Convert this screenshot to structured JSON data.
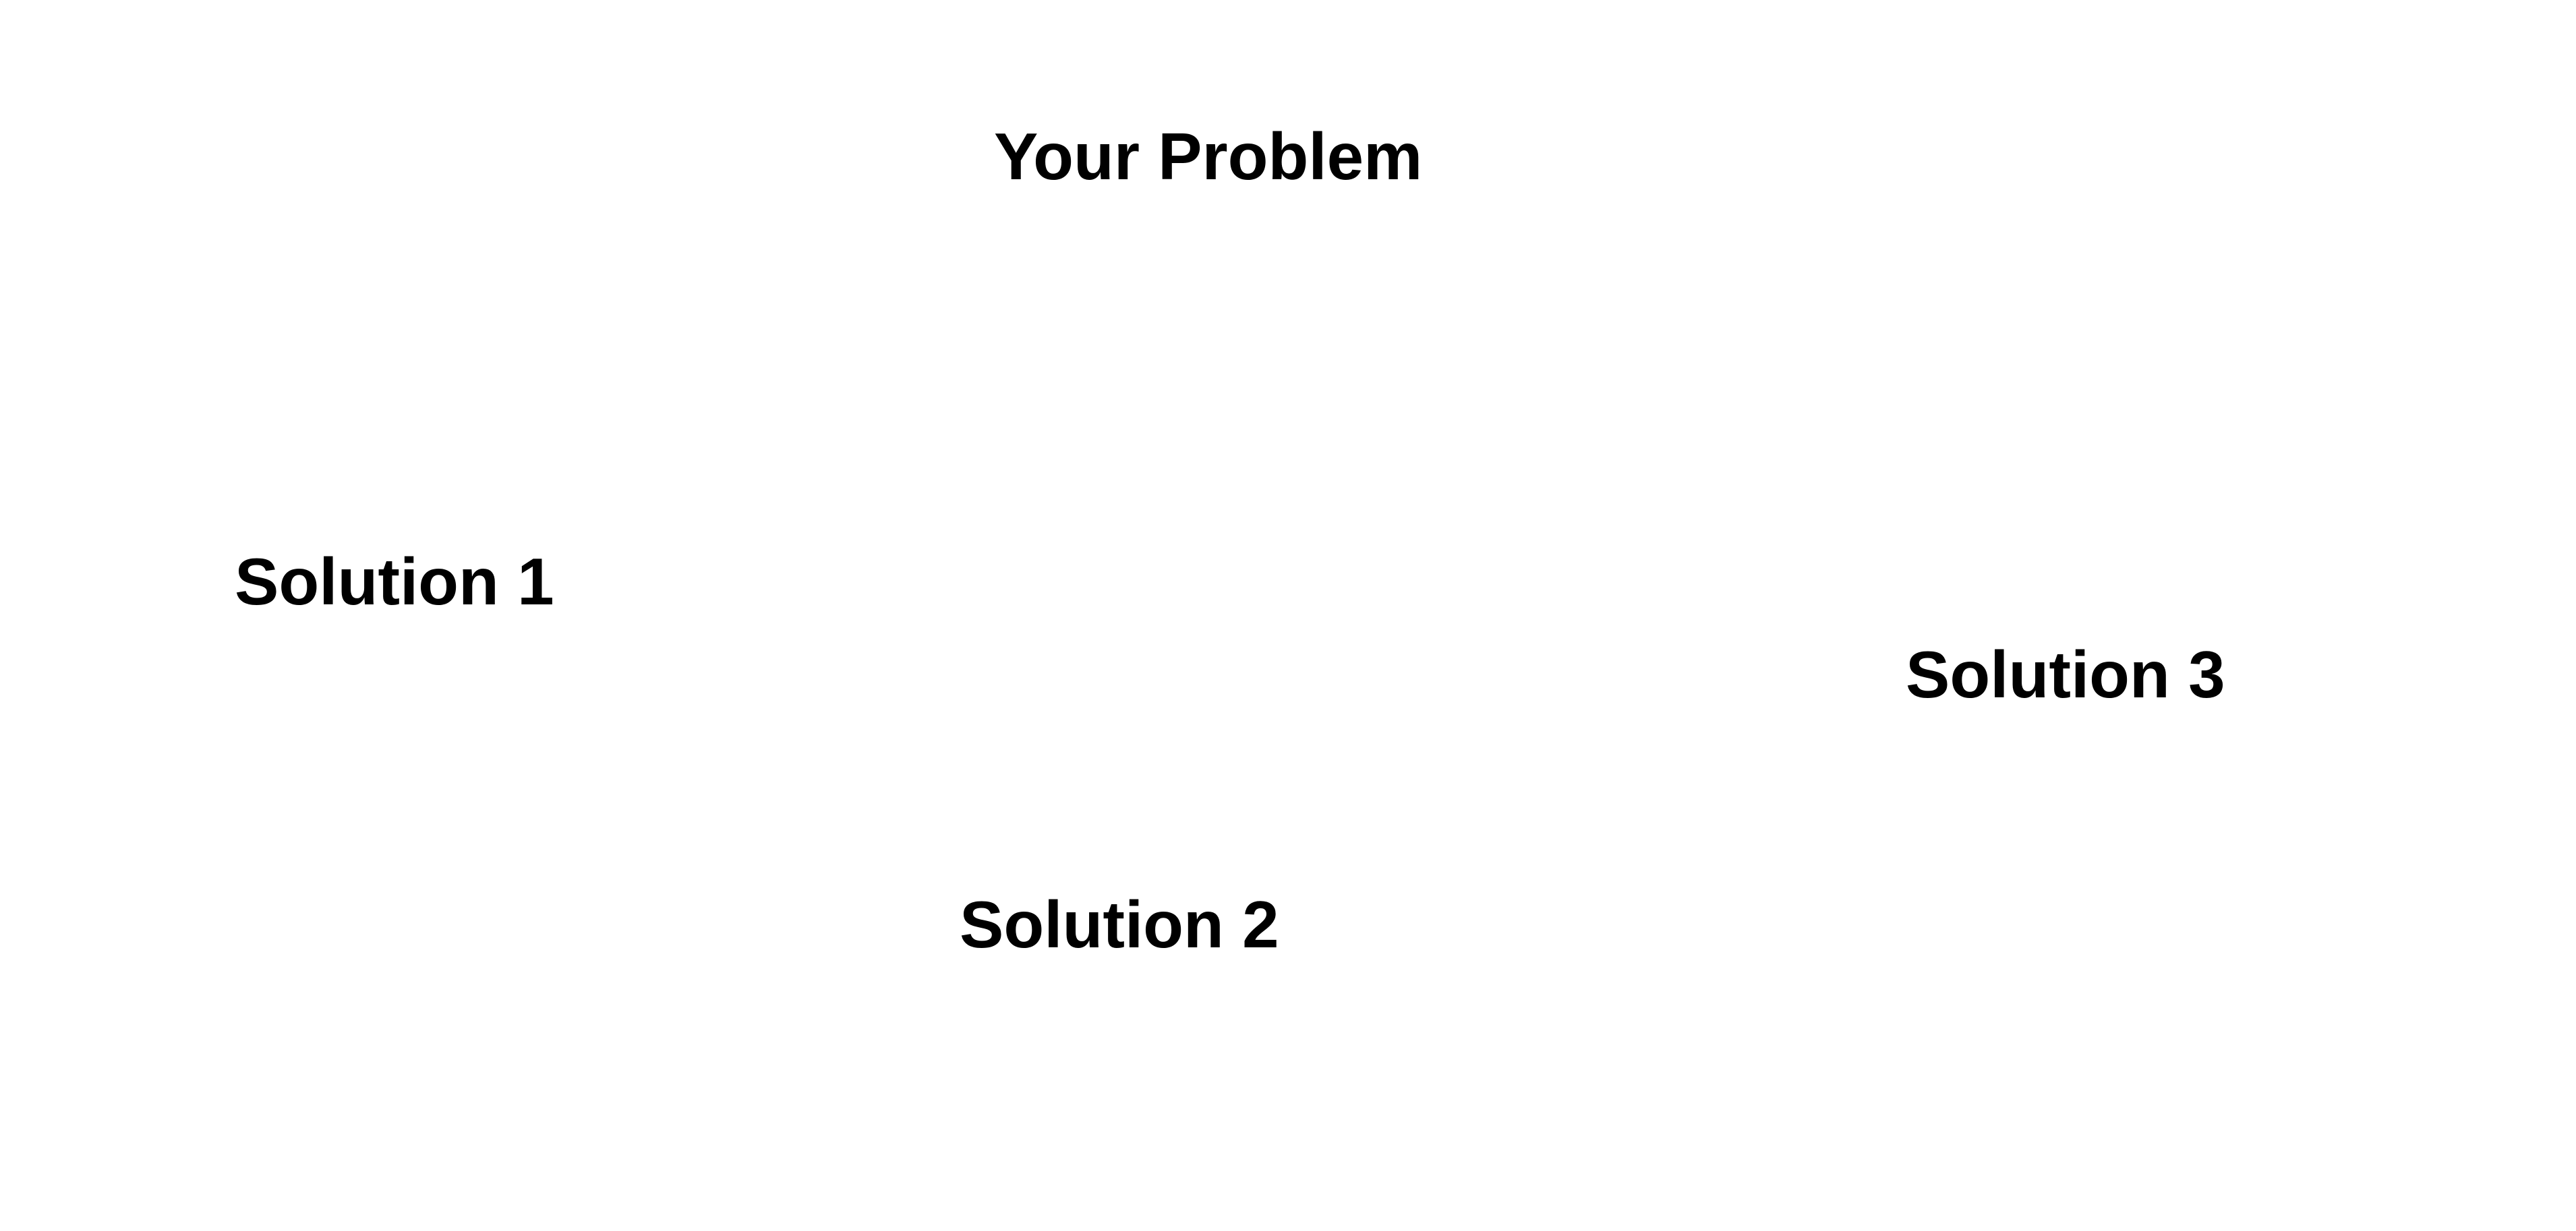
{
  "diagram": {
    "problem": "Your Problem",
    "solutions": [
      "Solution 1",
      "Solution 2",
      "Solution 3"
    ]
  },
  "colors": {
    "background": "#ffffff",
    "text": "#000000"
  }
}
